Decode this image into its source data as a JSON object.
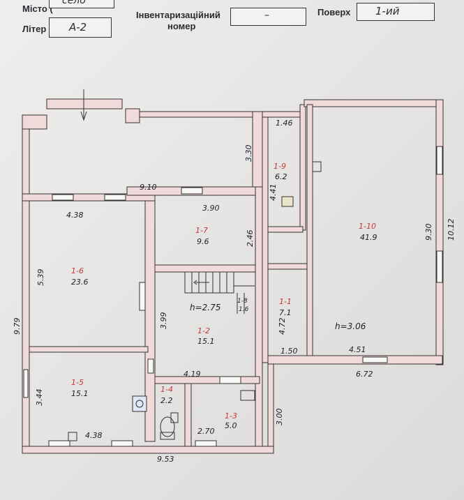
{
  "header": {
    "city_label": "Місто (",
    "city_value": "село",
    "liter_label": "Літер",
    "liter_value": "А-2",
    "inv_label_line1": "Інвентаризаційний",
    "inv_label_line2": "номер",
    "inv_value": "–",
    "floor_label": "Поверх",
    "floor_value": "1-ий"
  },
  "rooms": [
    {
      "id": "1-1",
      "area": "7.1"
    },
    {
      "id": "1-2",
      "area": "15.1"
    },
    {
      "id": "1-3",
      "area": "5.0"
    },
    {
      "id": "1-4",
      "area": "2.2"
    },
    {
      "id": "1-5",
      "area": "15.1"
    },
    {
      "id": "1-6",
      "area": "23.6"
    },
    {
      "id": "1-7",
      "area": "9.6"
    },
    {
      "id": "1-8",
      "area": "1.6"
    },
    {
      "id": "1-9",
      "area": "6.2"
    },
    {
      "id": "1-10",
      "area": "41.9"
    }
  ],
  "heights": {
    "main": "h=2.75",
    "right": "h=3.06"
  },
  "dimensions": {
    "top_910": "9.10",
    "left_979": "9.79",
    "bottom_953": "9.53",
    "d_438_top": "4.38",
    "d_438_bottom": "4.38",
    "d_539": "5.39",
    "d_344": "3.44",
    "d_390": "3.90",
    "d_246": "2.46",
    "d_399": "3.99",
    "d_419": "4.19",
    "d_270": "2.70",
    "d_330": "3.30",
    "d_146": "1.46",
    "d_441": "4.41",
    "d_472": "4.72",
    "d_150": "1.50",
    "d_300": "3.00",
    "d_451": "4.51",
    "d_672": "6.72",
    "d_930": "9.30",
    "d_1012": "10.12"
  }
}
